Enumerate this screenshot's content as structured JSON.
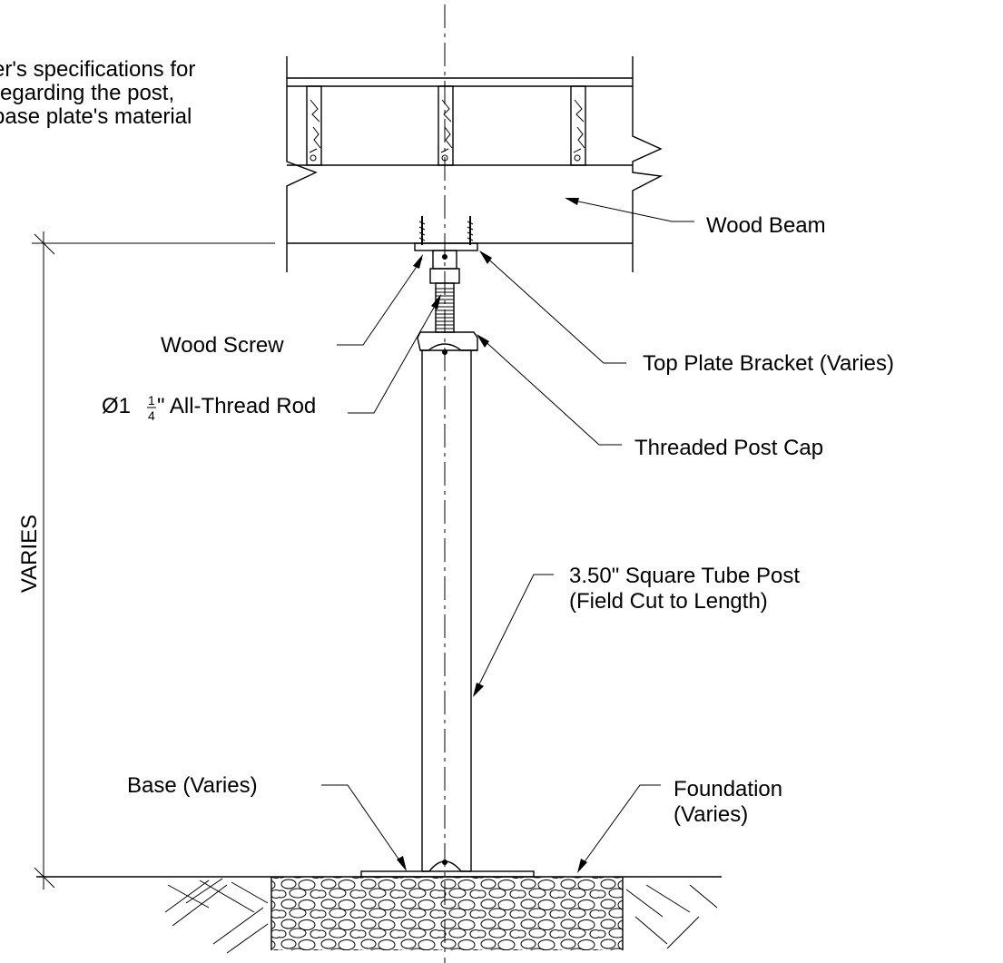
{
  "note": {
    "lines": [
      "er's specifications for",
      " regarding the post,",
      "base plate's material"
    ]
  },
  "labels": {
    "wood_beam": "Wood Beam",
    "wood_screw": "Wood Screw",
    "top_plate_bracket": "Top Plate Bracket (Varies)",
    "rod_prefix": "Ø1 ",
    "rod_num": "1",
    "rod_den": "4",
    "rod_suffix": "\" All-Thread Rod",
    "threaded_post_cap": "Threaded Post Cap",
    "post_line1": "3.50\" Square Tube Post",
    "post_line2": "(Field Cut to Length)",
    "base": "Base (Varies)",
    "foundation_line1": "Foundation",
    "foundation_line2": "(Varies)",
    "dimension": "VARIES"
  }
}
